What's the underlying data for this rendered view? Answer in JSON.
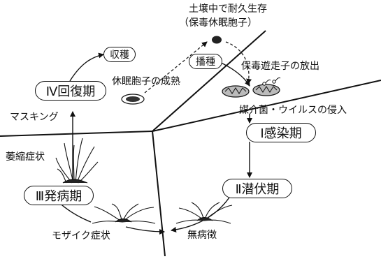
{
  "stages": {
    "infection": "Ⅰ感染期",
    "latent": "Ⅱ潜伏期",
    "onset": "Ⅲ発病期",
    "recovery": "Ⅳ回復期"
  },
  "events": {
    "harvest": "収穫",
    "sowing": "播種"
  },
  "labels": {
    "soil_survival_1": "土壌中で耐久生存",
    "soil_survival_2": "（保毒休眠胞子）",
    "resting_spore_maturation": "休眠胞子の成熟",
    "zoospore_release": "保毒遊走子の放出",
    "vector_virus_entry": "媒介菌・ウイルスの侵入",
    "masking": "マスキング",
    "stunting": "萎縮症状",
    "mosaic": "モザイク症状",
    "symptomless": "無病徴"
  }
}
